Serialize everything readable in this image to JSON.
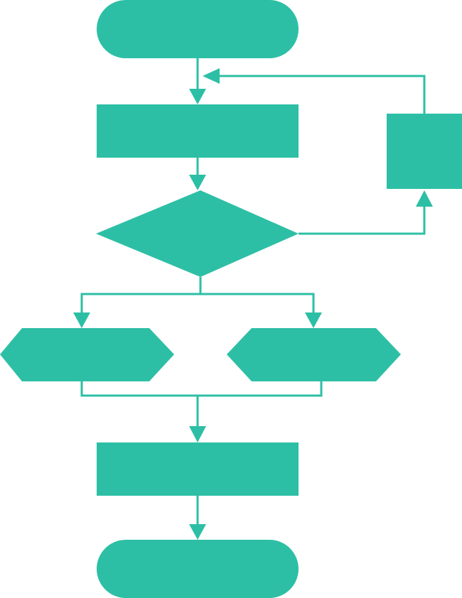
{
  "diagram": {
    "fill_color": "#2DBFA5",
    "line_color": "#2DBFA5",
    "background": "#FFFFFF",
    "nodes": [
      {
        "id": "start",
        "shape": "terminator",
        "label": ""
      },
      {
        "id": "process-1",
        "shape": "process",
        "label": ""
      },
      {
        "id": "decision",
        "shape": "decision",
        "label": ""
      },
      {
        "id": "loop-process",
        "shape": "process",
        "label": ""
      },
      {
        "id": "preparation-left",
        "shape": "preparation",
        "label": ""
      },
      {
        "id": "preparation-right",
        "shape": "preparation",
        "label": ""
      },
      {
        "id": "process-2",
        "shape": "process",
        "label": ""
      },
      {
        "id": "end",
        "shape": "terminator",
        "label": ""
      }
    ],
    "edges": [
      {
        "from": "start",
        "to": "process-1"
      },
      {
        "from": "process-1",
        "to": "decision"
      },
      {
        "from": "decision",
        "to": "loop-process"
      },
      {
        "from": "loop-process",
        "to": "process-1"
      },
      {
        "from": "decision",
        "to": "preparation-left"
      },
      {
        "from": "decision",
        "to": "preparation-right"
      },
      {
        "from": "preparation-left",
        "to": "process-2"
      },
      {
        "from": "preparation-right",
        "to": "process-2"
      },
      {
        "from": "process-2",
        "to": "end"
      }
    ]
  }
}
